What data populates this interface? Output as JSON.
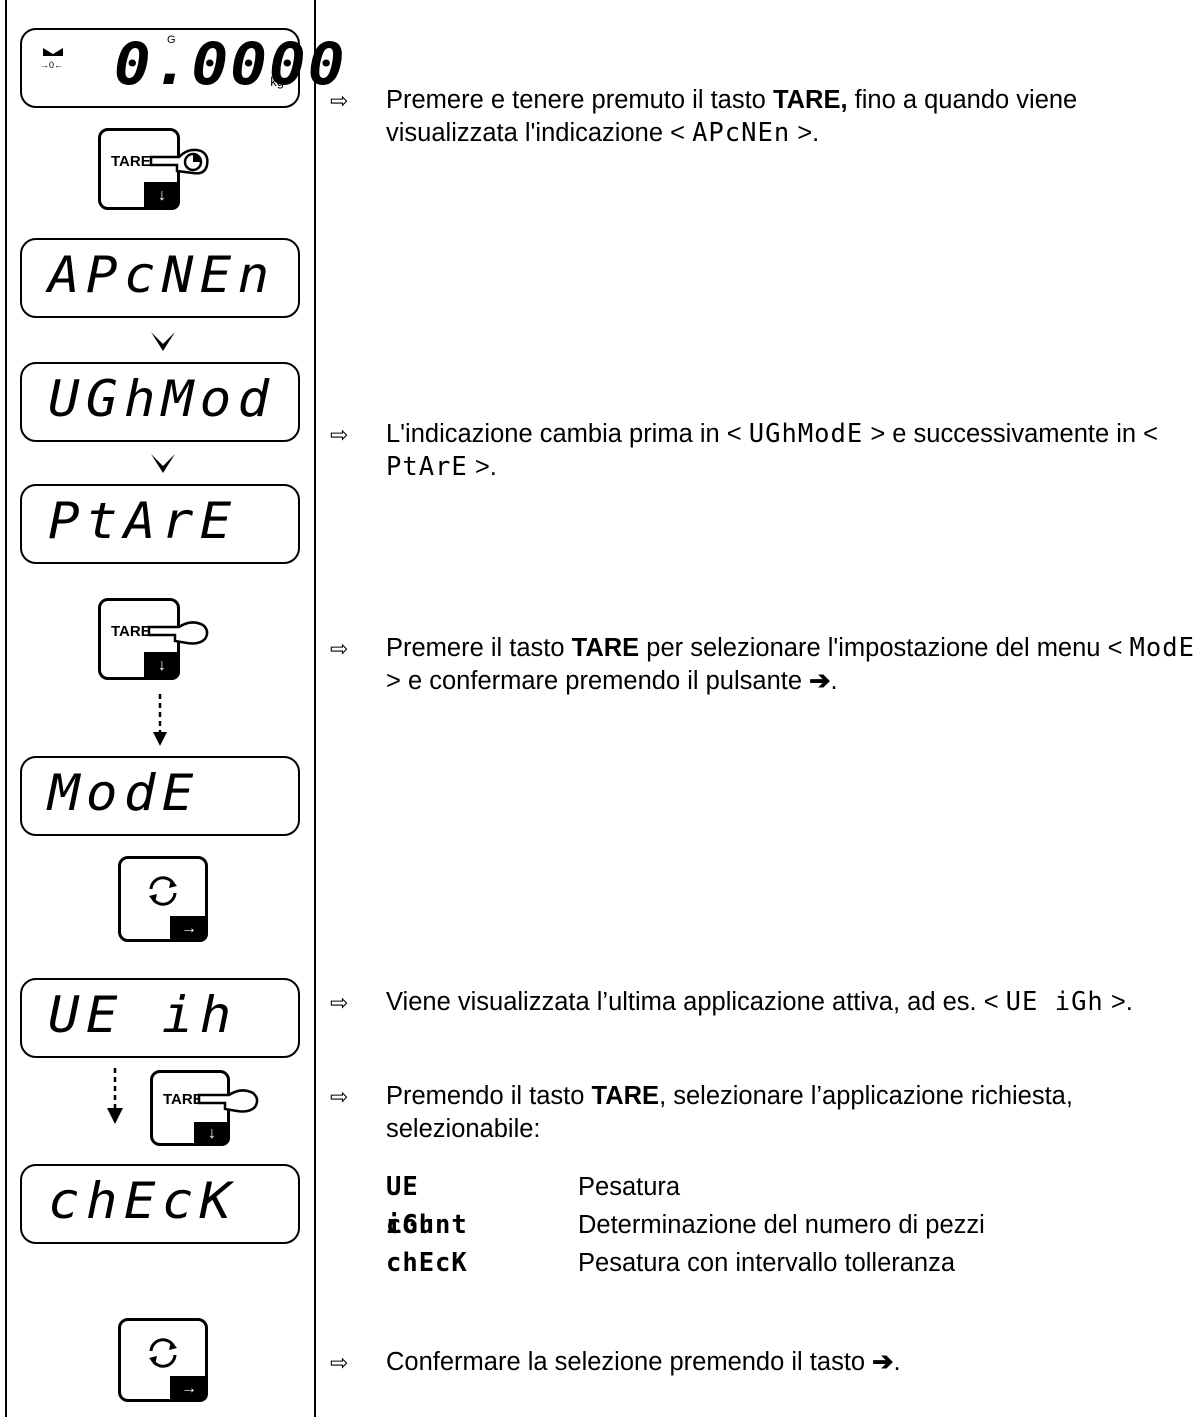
{
  "left_panel": {
    "lcd_top": {
      "value": "0.0000",
      "unit": "kg",
      "stability_mark": "G"
    },
    "lcd_displays": [
      "APcNEn",
      "UGhMod",
      "PtArE",
      "ModE",
      "UE ih",
      "chEcK"
    ],
    "key_tare_label": "TARE",
    "key_tare_foot": "↓",
    "key_enter_foot": "→"
  },
  "steps": [
    {
      "arrow": "⇨",
      "t1": "Premere e tenere premuto il tasto ",
      "b1": "TARE,",
      "t2": " fino a quando viene visualizzata l'indicazione < ",
      "s1": "APcNEn",
      "t3": " >."
    },
    {
      "arrow": "⇨",
      "t1": "L'indicazione cambia prima in < ",
      "s1": "UGhModE",
      "t2": " > e successivamente in < ",
      "s2": "PtArE",
      "t3": " >."
    },
    {
      "arrow": "⇨",
      "t1": "Premere il tasto ",
      "b1": "TARE",
      "t2": " per selezionare l'impostazione del menu < ",
      "s1": "ModE",
      "t3": " > e confermare premendo il pulsante ",
      "b2": "➔",
      "t4": "."
    },
    {
      "arrow": "⇨",
      "t1": "Viene visualizzata l’ultima applicazione attiva, ad es. < ",
      "s1": "UE iGh",
      "t2": " >."
    },
    {
      "arrow": "⇨",
      "t1": "Premendo il tasto ",
      "b1": "TARE",
      "t2": ", selezionare l’applicazione richiesta, selezionabile:"
    },
    {
      "arrow": "⇨",
      "t1": "Confermare la selezione premendo il tasto ",
      "b1": "➔",
      "t2": "."
    }
  ],
  "applications": [
    {
      "code": "UE iGh",
      "desc": "Pesatura"
    },
    {
      "code": "count",
      "desc": "Determinazione del numero di pezzi"
    },
    {
      "code": "chEcK",
      "desc": "Pesatura con intervallo tolleranza"
    }
  ]
}
